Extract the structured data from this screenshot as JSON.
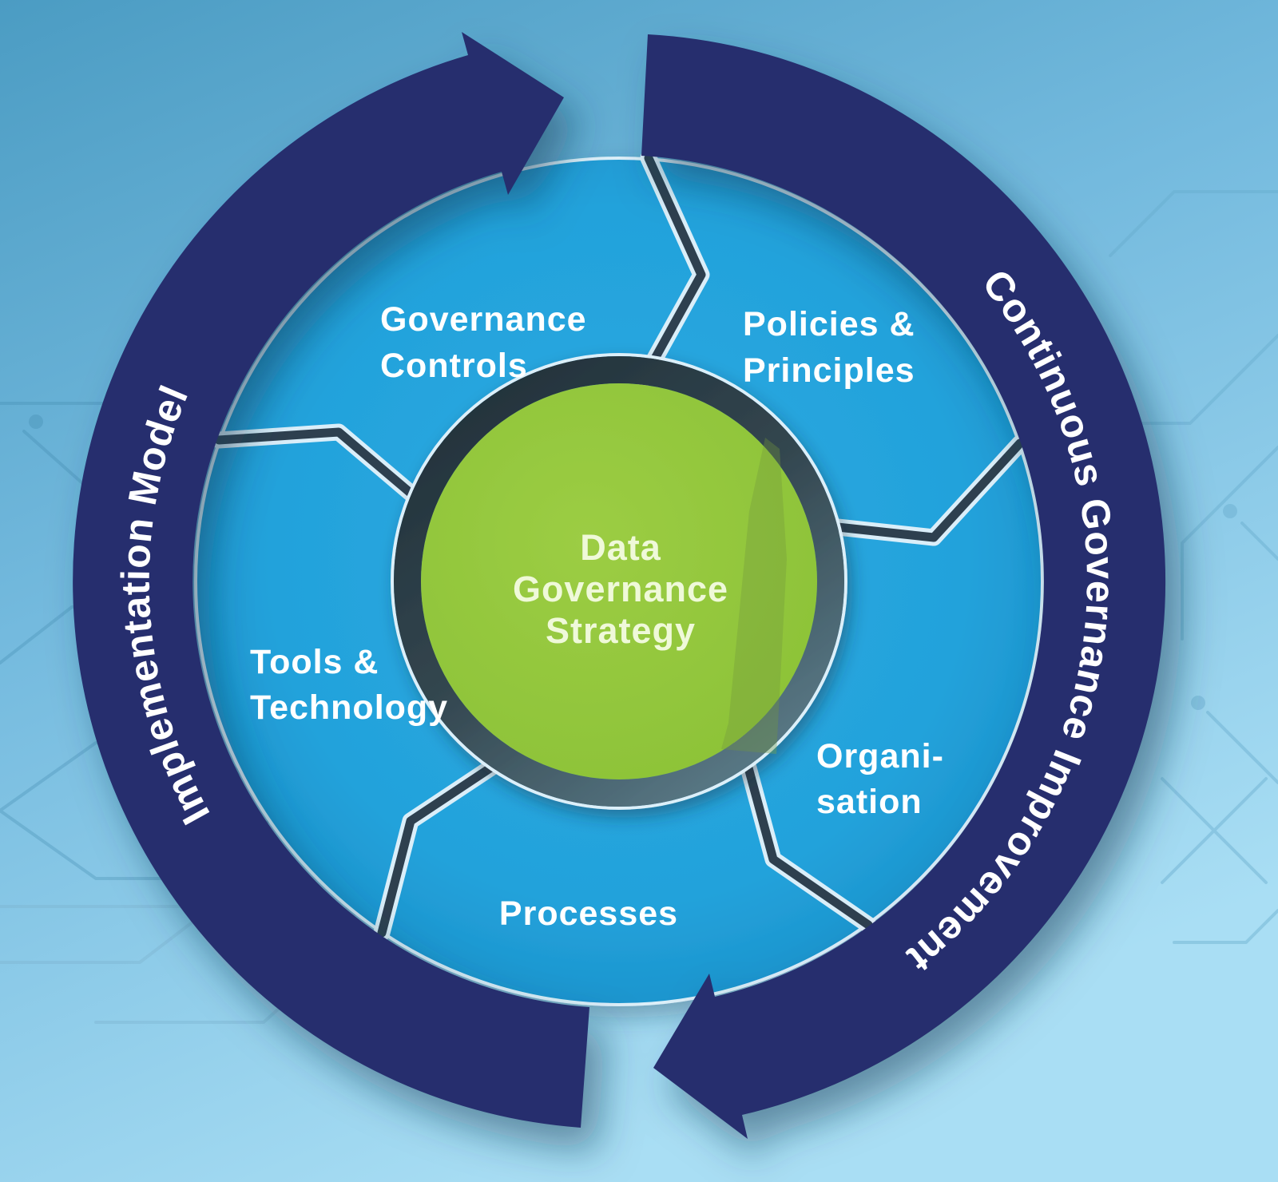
{
  "center": {
    "line1": "Data",
    "line2": "Governance",
    "line3": "Strategy"
  },
  "segments": {
    "governance_controls": {
      "line1": "Governance",
      "line2": "Controls"
    },
    "policies_principles": {
      "line1": "Policies &",
      "line2": "Principles"
    },
    "organisation": {
      "line1": "Organi-",
      "line2": "sation"
    },
    "processes": {
      "line1": "Processes"
    },
    "tools_technology": {
      "line1": "Tools &",
      "line2": "Technology"
    }
  },
  "ring": {
    "left_label": "Implementation Model",
    "right_label": "Continuous Governance Improvement"
  },
  "colors": {
    "background_top": "#4B9CC3",
    "background_bottom": "#A9DEF4",
    "ring_navy": "#252F6E",
    "segment_blue": "#1F9ED8",
    "center_green": "#92C83E",
    "divider_dark": "#2E4150",
    "label_white": "#FFFFFF",
    "center_text": "#EFF9D9"
  }
}
